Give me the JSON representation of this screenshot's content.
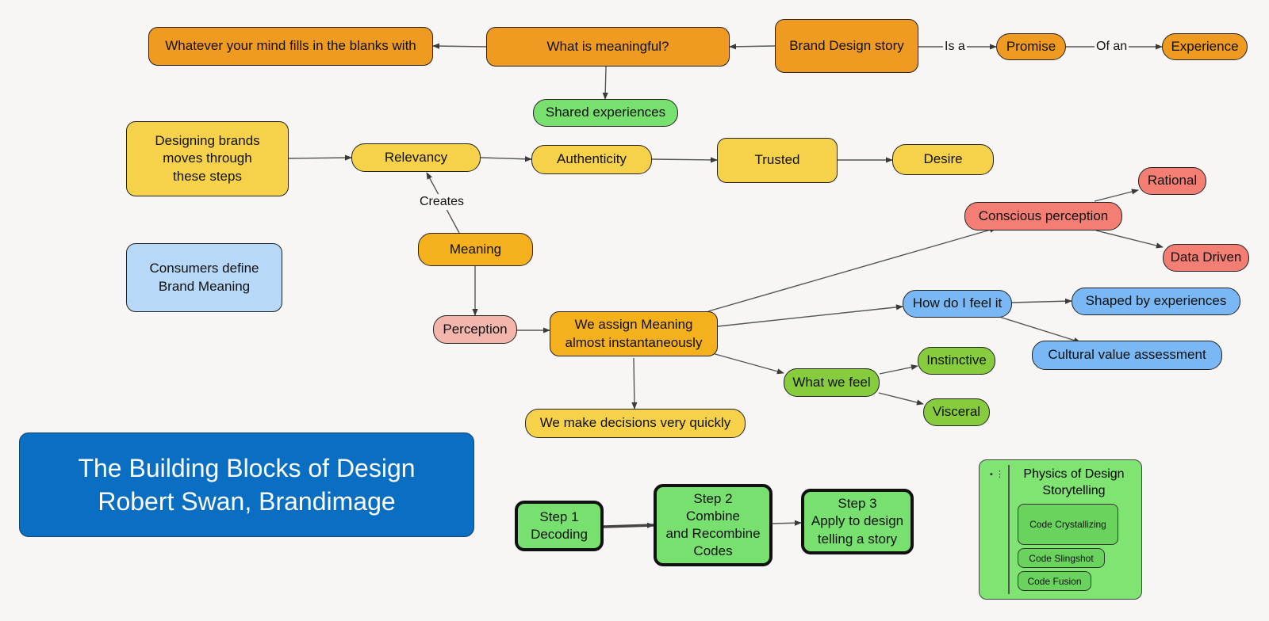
{
  "nodes": {
    "whatever": "Whatever your mind fills in the blanks with",
    "meaningful": "What is meaningful?",
    "story": "Brand Design story",
    "promise": "Promise",
    "experience": "Experience",
    "shared": "Shared experiences",
    "designing": "Designing brands\nmoves through\nthese steps",
    "relevancy": "Relevancy",
    "authenticity": "Authenticity",
    "trusted": "Trusted",
    "desire": "Desire",
    "rational": "Rational",
    "conscious": "Conscious perception",
    "data_driven": "Data Driven",
    "consumers": "Consumers define\nBrand Meaning",
    "meaning": "Meaning",
    "perception": "Perception",
    "assign": "We assign Meaning\nalmost instantaneously",
    "how_feel": "How do I feel it",
    "shaped": "Shaped by experiences",
    "cultural": "Cultural value assessment",
    "what_feel": "What we feel",
    "instinctive": "Instinctive",
    "visceral": "Visceral",
    "decisions": "We make decisions very quickly",
    "step1": "Step 1\nDecoding",
    "step2": "Step 2\nCombine\nand Recombine\nCodes",
    "step3": "Step 3\nApply to design\ntelling a story"
  },
  "edge_labels": {
    "is_a": "Is a",
    "of_an": "Of an",
    "creates": "Creates"
  },
  "title": {
    "line1": "The Building Blocks of Design",
    "line2": "Robert Swan, Brandimage"
  },
  "physics": {
    "title": "Physics of Design\nStorytelling",
    "items": [
      "Code Crystallizing",
      "Code Slingshot",
      "Code Fusion"
    ]
  },
  "colors": {
    "orange": "#ef9b22",
    "amber": "#f5b01e",
    "yellow": "#f6d24a",
    "green": "#86cc3c",
    "light_green": "#78e06e",
    "pink": "#f2b6ad",
    "red": "#f37e74",
    "blue": "#79b8f4",
    "light_blue": "#b8d8f8",
    "title_blue": "#0a6ec2"
  }
}
